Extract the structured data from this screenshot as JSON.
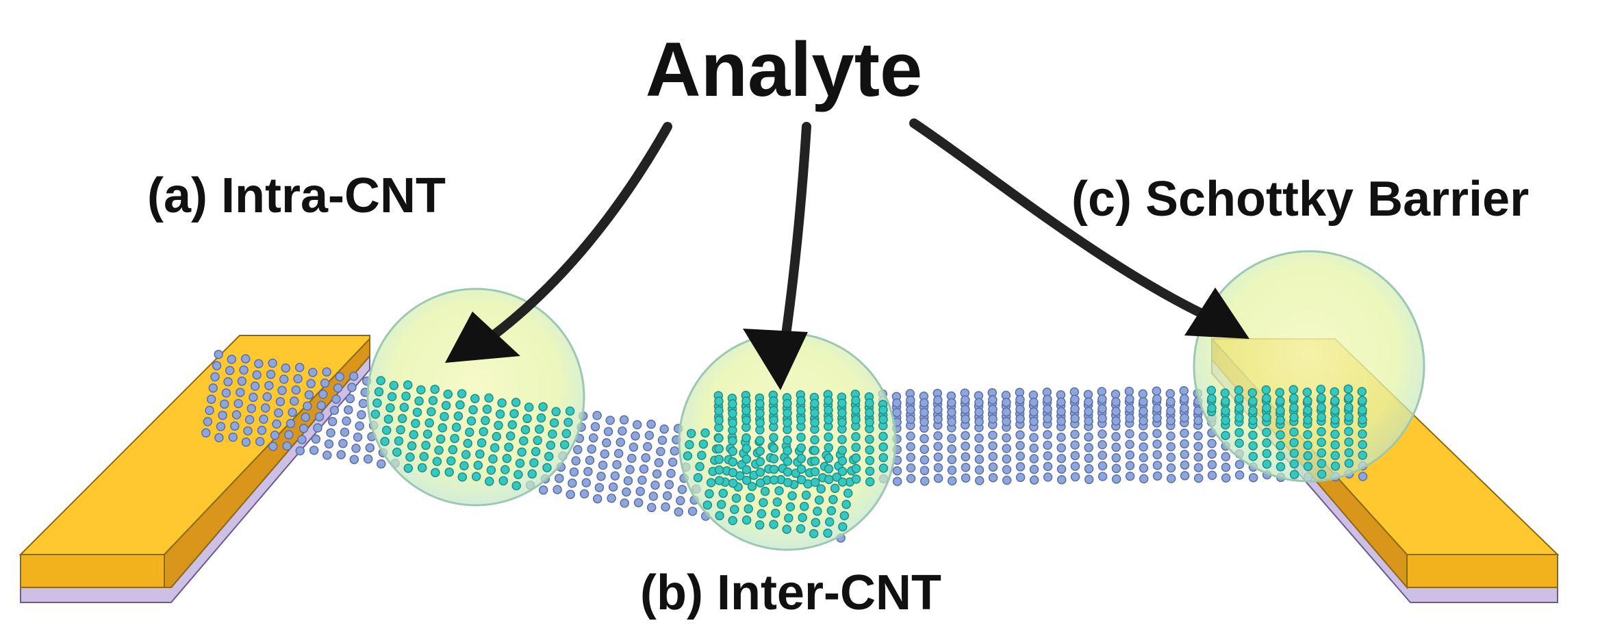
{
  "labels": {
    "analyte": "Analyte",
    "intra": "(a) Intra-CNT",
    "inter": "(b) Inter-CNT",
    "schottky": "(c) Schottky Barrier"
  },
  "colors": {
    "electrode_top": "#ffc82e",
    "electrode_front": "#f2b21e",
    "electrode_side": "#d9961a",
    "substrate": "#cdbfe6",
    "cnt_atom": "#8fa6dc",
    "cnt_atom_highlight": "#35c8c0",
    "sensing_zone": "#dff29a",
    "arrow": "#222222"
  }
}
